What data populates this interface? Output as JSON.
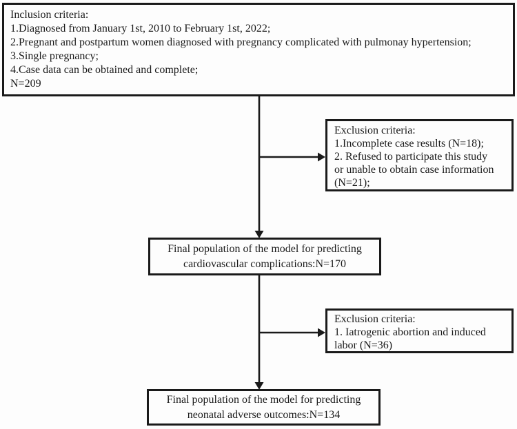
{
  "figure": {
    "type": "study-flow-diagram",
    "colors": {
      "line": "#1a1a1a",
      "background": "#fdfdfd"
    },
    "boxes": {
      "inclusion": {
        "lines": [
          "Inclusion criteria:",
          "1.Diagnosed from January 1st, 2010 to February 1st, 2022;",
          "2.Pregnant and postpartum women diagnosed with pregnancy complicated with pulmonay hypertension;",
          "3.Single pregnancy;",
          "4.Case data can be obtained and complete;",
          "N=209"
        ]
      },
      "exclusion1": {
        "lines": [
          "Exclusion criteria:",
          "1.Incomplete case results (N=18);",
          "2. Refused to participate this study",
          "or unable to obtain case information",
          "(N=21);"
        ]
      },
      "final_cardiovascular": {
        "lines": [
          "Final population of the model for predicting",
          "cardiovascular complications:N=170"
        ]
      },
      "exclusion2": {
        "lines": [
          "Exclusion criteria:",
          "1. Iatrogenic abortion and induced",
          "labor (N=36)"
        ]
      },
      "final_neonatal": {
        "lines": [
          "Final population of the model for predicting",
          "neonatal adverse outcomes:N=134"
        ]
      }
    }
  }
}
